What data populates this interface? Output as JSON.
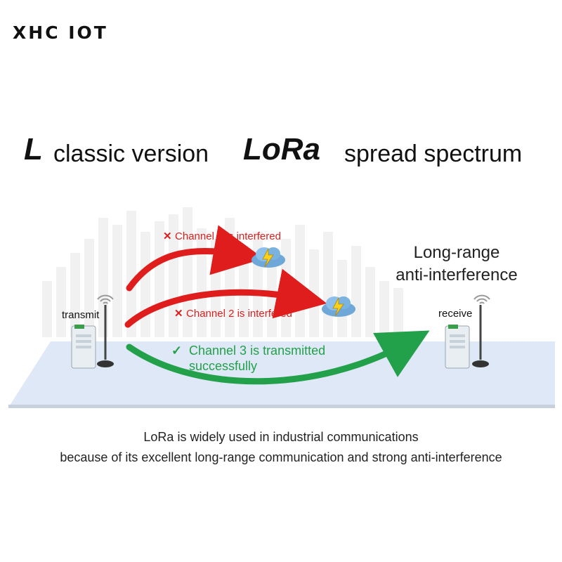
{
  "brand": "XHC IOT",
  "headline": {
    "left_letter": "L",
    "left_text": "classic version",
    "right_letter": "LoRa",
    "right_text": "spread spectrum"
  },
  "diagram": {
    "transmit_label": "transmit",
    "receive_label": "receive",
    "range_title_line1": "Long-range",
    "range_title_line2": "anti-interference",
    "channel1": "Channel 1 is interfered",
    "channel2": "Channel 2 is interfered",
    "channel3_line1": "Channel 3 is transmitted",
    "channel3_line2": "successfully",
    "icons": [
      "x-icon",
      "x-icon",
      "check-icon",
      "storm-cloud-icon",
      "storm-cloud-icon",
      "wifi-signal-icon",
      "router-device-icon"
    ],
    "colors": {
      "fail": "#e01d1d",
      "success": "#22a04a",
      "floor": "#dfe8f6"
    }
  },
  "caption": {
    "line1": "LoRa is widely used in industrial communications",
    "line2": "because of its excellent long-range communication and strong anti-interference"
  }
}
